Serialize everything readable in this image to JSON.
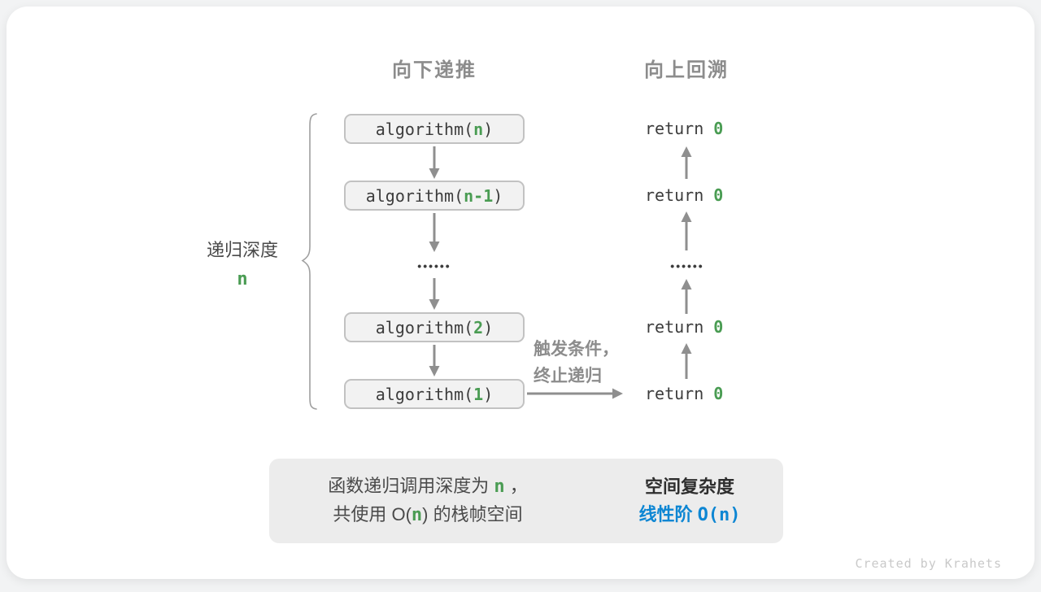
{
  "colors": {
    "page-bg": "#f2f3f4",
    "card-bg": "#ffffff",
    "green": "#4a9c53",
    "blue": "#0d86d3",
    "box-bg": "#f2f2f2",
    "box-border": "#c2c2c2",
    "code-text": "#3c3c3c",
    "gray-label": "#8c8c8c",
    "body-text": "#4a4a4a",
    "arrow": "#8f8f8f",
    "brace": "#9f9f9f",
    "summary-bg": "#ececec",
    "block-arrow": "#bfbfbf",
    "watermark": "#c9c9c9"
  },
  "headers": {
    "downward": "向下递推",
    "upward": "向上回溯"
  },
  "depth_label": {
    "text": "递归深度",
    "value": "n"
  },
  "call_stack": {
    "boxes": [
      {
        "pre": "algorithm(",
        "arg": "n",
        "post": ")"
      },
      {
        "pre": "algorithm(",
        "arg": "n-1",
        "post": ")"
      },
      {
        "pre": "algorithm(",
        "arg": "2",
        "post": ")"
      },
      {
        "pre": "algorithm(",
        "arg": "1",
        "post": ")"
      }
    ],
    "ellipsis": "••••••"
  },
  "returns": {
    "items": [
      {
        "pre": "return ",
        "value": "0"
      },
      {
        "pre": "return ",
        "value": "0"
      },
      {
        "pre": "return ",
        "value": "0"
      },
      {
        "pre": "return ",
        "value": "0"
      }
    ],
    "ellipsis": "••••••"
  },
  "base_case_note": {
    "line1": "触发条件，",
    "line2": "终止递归"
  },
  "summary": {
    "left_line1": {
      "pre": "函数递归调用深度为 ",
      "var": "n",
      "post": " ，"
    },
    "left_line2": {
      "pre": "共使用 O(",
      "var": "n",
      "post": ") 的栈帧空间"
    },
    "right_title": "空间复杂度",
    "right_result": {
      "pre": "线性阶 ",
      "code": "O(n)"
    }
  },
  "watermark": "Created by Krahets"
}
